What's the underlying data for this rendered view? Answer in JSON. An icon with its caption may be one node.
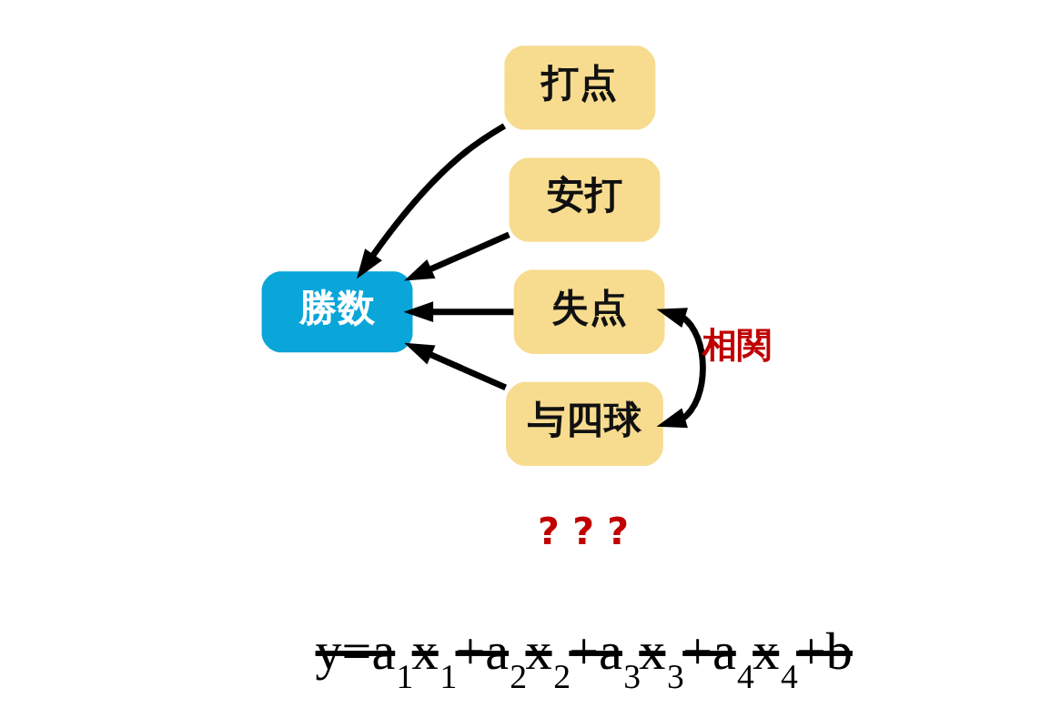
{
  "diagram": {
    "nodes": [
      {
        "text": [
          "勝数"
        ]
      },
      {
        "text": [
          "打点"
        ]
      },
      {
        "text": [
          "安打"
        ]
      },
      {
        "text": [
          "失点"
        ]
      },
      {
        "text": [
          "与四球"
        ]
      }
    ],
    "edges": [
      {
        "from": 1,
        "to": 0,
        "arrow": "to"
      },
      {
        "from": 2,
        "to": 0,
        "arrow": "to"
      },
      {
        "from": 3,
        "to": 0,
        "arrow": "to"
      },
      {
        "from": 4,
        "to": 0,
        "arrow": "to"
      },
      {
        "from": 3,
        "to": 4,
        "arrow": "both",
        "label": "相関"
      }
    ],
    "labels": [
      "? ? ?",
      "y=a$_{1}$x$_{1}$+a$_{2}$x$_{2}$+a$_{3}$x$_{3}$+a$_{4}$x$_{4}$+b"
    ]
  }
}
